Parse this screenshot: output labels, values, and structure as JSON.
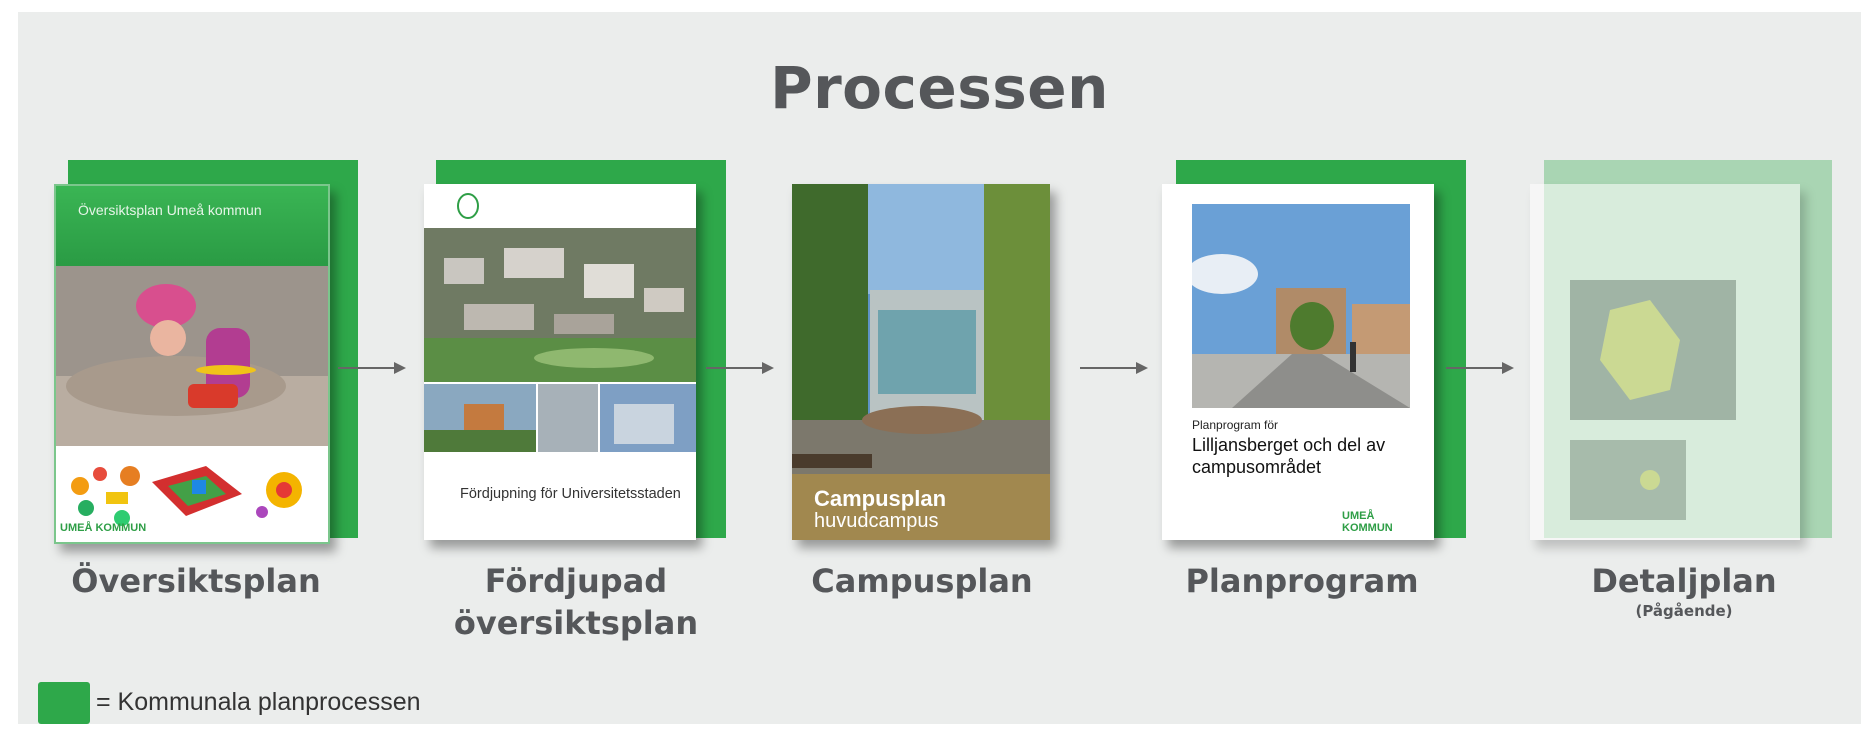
{
  "title": "Processen",
  "accent_color": "#2ea84a",
  "steps": [
    {
      "label": "Översiktsplan",
      "doc_title": "Översiktsplan Umeå kommun",
      "doc_logo": "UMEÅ KOMMUN"
    },
    {
      "label_line1": "Fördjupad",
      "label_line2": "översiktsplan",
      "doc_title": "Fördjupning för Universitetsstaden"
    },
    {
      "label": "Campusplan",
      "doc_title": "Campusplan",
      "doc_subtitle": "huvudcampus"
    },
    {
      "label": "Planprogram",
      "doc_prefix": "Planprogram för",
      "doc_title": "Lilljansberget och del av campusområdet",
      "doc_logo": "UMEÅ KOMMUN"
    },
    {
      "label": "Detaljplan",
      "sublabel": "(Pågående)"
    }
  ],
  "legend": {
    "text": "= Kommunala planprocessen"
  }
}
